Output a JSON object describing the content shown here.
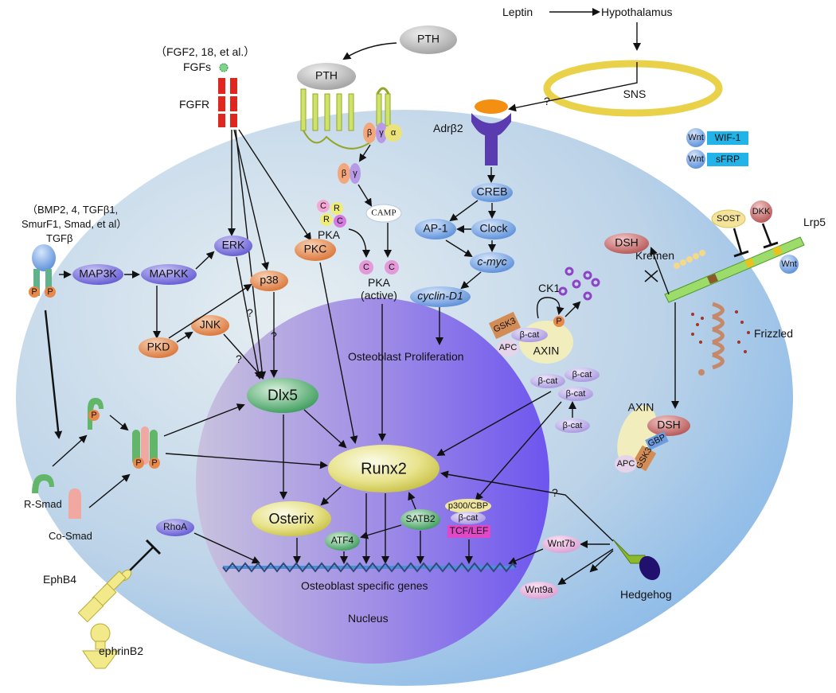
{
  "top": {
    "leptin": "Leptin",
    "hypothalamus": "Hypothalamus",
    "sns": "SNS",
    "pth_outer": "PTH",
    "pth_receptor": "PTH",
    "fgfs_note": "（FGF2, 18, et al.）",
    "fgfs": "FGFs",
    "fgfr": "FGFR",
    "adrb2": "Adrβ2",
    "question": "?"
  },
  "nodes": {
    "creb": "CREB",
    "ap1": "AP-1",
    "clock": "Clock",
    "cmyc": "c-myc",
    "cyclin": "cyclin-D1",
    "camp": "CAMP",
    "pka": "PKA",
    "pka_active": "PKA",
    "pka_active_sub": "(active)",
    "pkc": "PKC",
    "erk": "ERK",
    "p38": "p38",
    "jnk": "JNK",
    "pkd": "PKD",
    "map3k": "MAP3K",
    "mapkk": "MAPKK",
    "dlx5": "Dlx5",
    "runx2": "Runx2",
    "osterix": "Osterix",
    "atf4": "ATF4",
    "satb2": "SATB2",
    "rhoa": "RhoA",
    "dsh": "DSH",
    "dsh2": "DSH",
    "axin": "AXIN",
    "axin2": "AXIN",
    "ck1": "CK1",
    "gsk3": "GSK3",
    "gsk3b": "GSK3",
    "apc": "APC",
    "apc2": "APC",
    "gbp": "GBP",
    "bcat": "β-cat",
    "p300": "p300/CBP",
    "tcflef": "TCF/LEF",
    "wnt7b": "Wnt7b",
    "wnt9a": "Wnt9a",
    "hedgehog": "Hedgehog",
    "sost": "SOST",
    "dkk": "DKK",
    "lrp5": "Lrp5",
    "kremen": "Kremen",
    "frizzled": "Frizzled",
    "wnt": "Wnt",
    "wif1": "WIF-1",
    "sfrp": "sFRP",
    "p": "P",
    "c": "C",
    "r": "R",
    "beta": "β",
    "gamma": "γ",
    "alpha": "α"
  },
  "left": {
    "tgfb_list_1": "（BMP2, 4, TGFβ1,",
    "tgfb_list_2": "SmurF1, Smad, et al）",
    "tgfb": "TGFβ",
    "rsmad": "R-Smad",
    "cosmad": "Co-Smad",
    "ephb4": "EphB4",
    "ephrinb2": "ephrinB2"
  },
  "nucleus": {
    "prolif": "Osteoblast Proliferation",
    "genes": "Osteoblast specific genes",
    "label": "Nucleus"
  },
  "colors": {
    "cell": "#b9d3e8",
    "nucleus": "#8f7fe6",
    "runx2": "#e7e07a",
    "dlx5": "#58b877",
    "purple": "#6a5fd8",
    "orange": "#e5874c",
    "blue_node": "#6d9be0"
  }
}
